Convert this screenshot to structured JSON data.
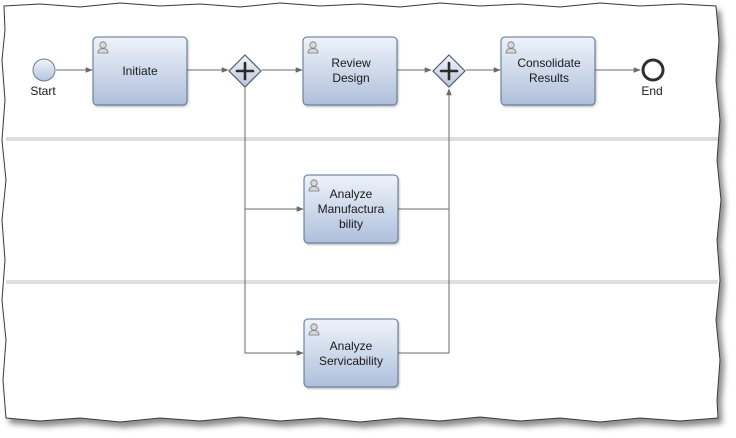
{
  "diagram": {
    "events": {
      "start": {
        "label": "Start"
      },
      "end": {
        "label": "End"
      }
    },
    "tasks": {
      "initiate": {
        "label_lines": [
          "Initiate"
        ],
        "icon": "user-icon"
      },
      "review_design": {
        "label_lines": [
          "Review",
          "Design"
        ],
        "icon": "user-icon"
      },
      "consolidate_results": {
        "label_lines": [
          "Consolidate",
          "Results"
        ],
        "icon": "user-icon"
      },
      "analyze_manufacturability": {
        "label_lines": [
          "Analyze",
          "Manufactura",
          "bility"
        ],
        "icon": "user-icon"
      },
      "analyze_servicability": {
        "label_lines": [
          "Analyze",
          "Servicability"
        ],
        "icon": "user-icon"
      }
    },
    "gateways": {
      "split": {
        "type": "parallel",
        "icon": "plus-icon"
      },
      "join": {
        "type": "parallel",
        "icon": "plus-icon"
      }
    },
    "colors": {
      "task_fill_top": "#eef3fa",
      "task_fill_bottom": "#aebfdb",
      "task_stroke": "#5a6f8f",
      "lane_divider": "#dedede",
      "edge": "#6b6b6b",
      "frame_stroke": "#3a3a3a"
    }
  }
}
